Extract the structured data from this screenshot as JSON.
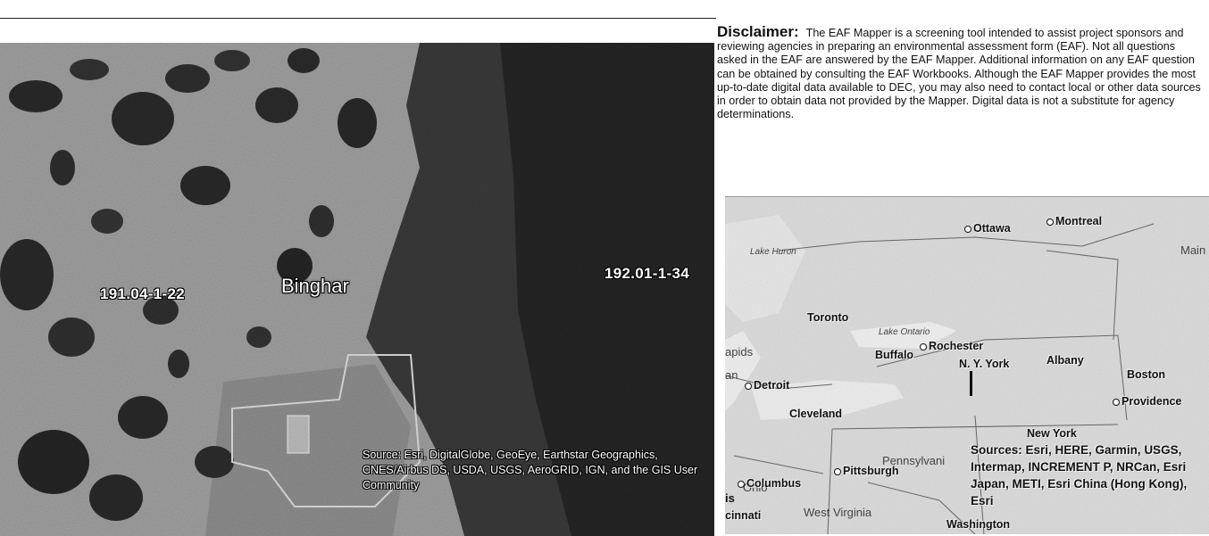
{
  "aerial_map": {
    "parcel_labels": [
      "191.04-1-22",
      "192.01-1-34"
    ],
    "place_label": "Binghar",
    "attribution": "Source: Esri, DigitalGlobe, GeoEye, Earthstar Geographics, CNES/Airbus DS, USDA, USGS, AeroGRID, IGN, and the GIS User Community"
  },
  "disclaimer": {
    "heading": "Disclaimer:",
    "body": "The EAF Mapper is a screening tool intended to assist project sponsors and reviewing agencies in preparing an environmental assessment form (EAF). Not all questions asked in the EAF are answered by the EAF Mapper. Additional information on any EAF question can be obtained by consulting the EAF Workbooks. Although the EAF Mapper provides the most up-to-date digital data available to DEC, you may also need to contact local or other data sources in order to obtain data not provided by the Mapper. Digital data is not a substitute for agency determinations."
  },
  "locator_map": {
    "cities": {
      "ottawa": "Ottawa",
      "montreal": "Montreal",
      "toronto": "Toronto",
      "buffalo": "Buffalo",
      "rochester": "Rochester",
      "albany": "Albany",
      "boston": "Boston",
      "providence": "Providence",
      "detroit": "Detroit",
      "cleveland": "Cleveland",
      "new_york_state": "N. Y. York",
      "pittsburgh": "Pittsburgh",
      "columbus": "Columbus",
      "new_york": "New York",
      "washington": "Washington",
      "cincinnati": "cinnati"
    },
    "regions": {
      "lake_huron": "Lake Huron",
      "lake_ontario": "Lake Ontario",
      "maine": "Main",
      "pennsylvania": "Pennsylvani",
      "ohio": "Ohio",
      "west_virginia": "West Virginia",
      "rapids": "apids",
      "an": "an",
      "is": "is"
    },
    "attribution": "Sources: Esri, HERE, Garmin, USGS, Intermap, INCREMENT P, NRCan, Esri Japan, METI, Esri China (Hong Kong), Esri"
  }
}
